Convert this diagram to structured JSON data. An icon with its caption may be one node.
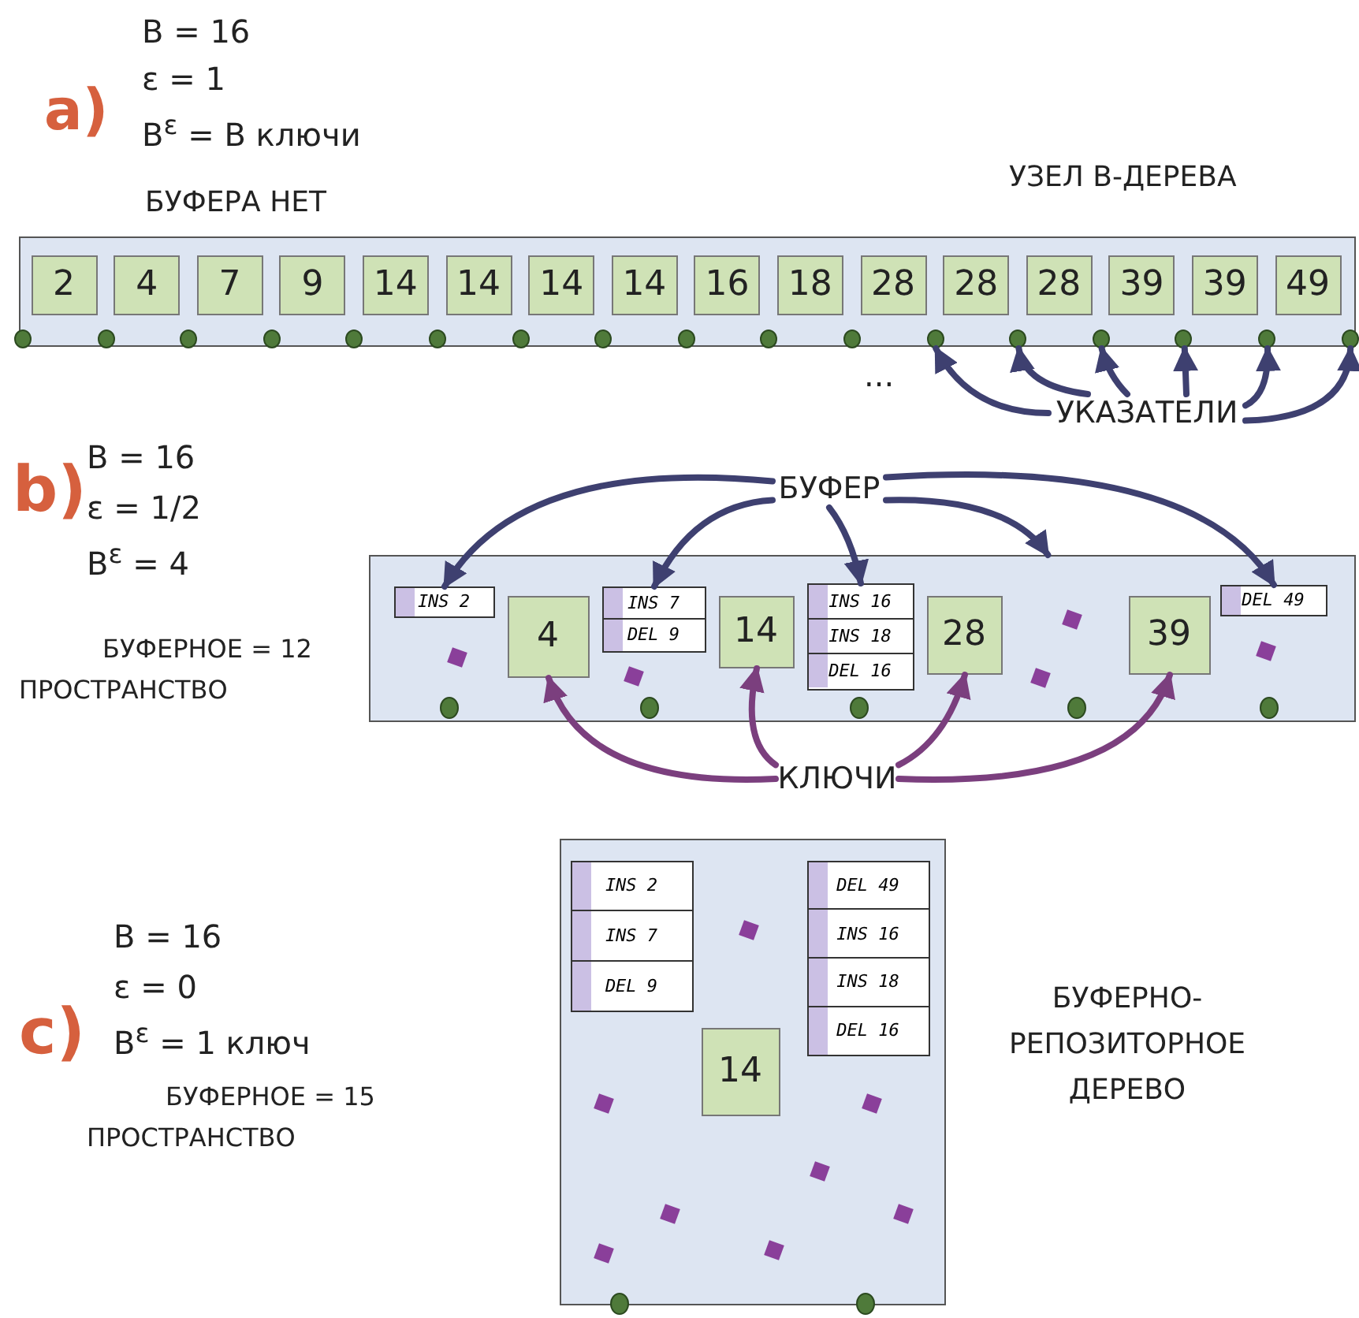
{
  "diagram": {
    "nodes": [
      {
        "text": [],
        "shape": "box"
      },
      {
        "text": [
          "2"
        ],
        "in": 0
      },
      {
        "text": [
          "4"
        ],
        "in": 0
      },
      {
        "text": [
          "7"
        ],
        "in": 0
      },
      {
        "text": [
          "9"
        ],
        "in": 0
      },
      {
        "text": [
          "14"
        ],
        "in": 0
      },
      {
        "text": [
          "14"
        ],
        "in": 0
      },
      {
        "text": [
          "14"
        ],
        "in": 0
      },
      {
        "text": [
          "14"
        ],
        "in": 0
      },
      {
        "text": [
          "16"
        ],
        "in": 0
      },
      {
        "text": [
          "18"
        ],
        "in": 0
      },
      {
        "text": [
          "28"
        ],
        "in": 0
      },
      {
        "text": [
          "28"
        ],
        "in": 0
      },
      {
        "text": [
          "28"
        ],
        "in": 0
      },
      {
        "text": [
          "39"
        ],
        "in": 0
      },
      {
        "text": [
          "39"
        ],
        "in": 0
      },
      {
        "text": [
          "49"
        ],
        "in": 0
      },
      {
        "text": [],
        "shape": "circle",
        "in": 0
      },
      {
        "text": [],
        "shape": "circle",
        "in": 0
      },
      {
        "text": [],
        "shape": "circle",
        "in": 0
      },
      {
        "text": [],
        "shape": "circle",
        "in": 0
      },
      {
        "text": [],
        "shape": "circle",
        "in": 0
      },
      {
        "text": [],
        "shape": "circle",
        "in": 0
      },
      {
        "text": [],
        "shape": "circle",
        "in": 0
      },
      {
        "text": [],
        "shape": "circle",
        "in": 0
      },
      {
        "text": [],
        "shape": "circle",
        "in": 0
      },
      {
        "text": [],
        "shape": "circle",
        "in": 0
      },
      {
        "text": [],
        "shape": "circle",
        "in": 0
      },
      {
        "text": [],
        "shape": "circle",
        "in": 0
      },
      {
        "text": [],
        "shape": "circle",
        "in": 0
      },
      {
        "text": [],
        "shape": "circle",
        "in": 0
      },
      {
        "text": [],
        "shape": "circle",
        "in": 0
      },
      {
        "text": [],
        "shape": "circle",
        "in": 0
      },
      {
        "text": [],
        "shape": "circle",
        "in": 0
      },
      {
        "text": [
          "УКАЗАТЕЛИ"
        ]
      },
      {
        "text": [],
        "shape": "box"
      },
      {
        "text": [
          "INS 2"
        ],
        "in": 35
      },
      {
        "text": [],
        "shape": "circle",
        "in": 35
      },
      {
        "text": [
          "4"
        ],
        "in": 35
      },
      {
        "text": [
          "INS 7",
          "DEL 9"
        ],
        "in": 35
      },
      {
        "text": [],
        "shape": "circle",
        "in": 35
      },
      {
        "text": [
          "14"
        ],
        "in": 35
      },
      {
        "text": [
          "INS 16",
          "INS 18",
          "DEL 16"
        ],
        "in": 35
      },
      {
        "text": [],
        "shape": "circle",
        "in": 35
      },
      {
        "text": [
          "28"
        ],
        "in": 35
      },
      {
        "text": [],
        "shape": "circle",
        "in": 35
      },
      {
        "text": [
          "39"
        ],
        "in": 35
      },
      {
        "text": [
          "DEL 49"
        ],
        "in": 35
      },
      {
        "text": [],
        "shape": "circle",
        "in": 35
      },
      {
        "text": [
          "БУФЕР"
        ]
      },
      {
        "text": [
          "КЛЮЧИ"
        ]
      },
      {
        "text": [],
        "shape": "box"
      },
      {
        "text": [
          "INS 2",
          "INS 7",
          "DEL 9"
        ],
        "in": 51
      },
      {
        "text": [
          "DEL 49",
          "INS 16",
          "INS 18",
          "DEL 16"
        ],
        "in": 51
      },
      {
        "text": [
          "14"
        ],
        "in": 51
      },
      {
        "text": [],
        "shape": "circle",
        "in": 51
      },
      {
        "text": [],
        "shape": "circle",
        "in": 51
      }
    ],
    "edges": [
      {
        "from": 34,
        "to": 28,
        "arrow": "to"
      },
      {
        "from": 34,
        "to": 29,
        "arrow": "to"
      },
      {
        "from": 34,
        "to": 30,
        "arrow": "to"
      },
      {
        "from": 34,
        "to": 31,
        "arrow": "to"
      },
      {
        "from": 34,
        "to": 32,
        "arrow": "to"
      },
      {
        "from": 34,
        "to": 33,
        "arrow": "to"
      },
      {
        "from": 49,
        "to": 36,
        "arrow": "to"
      },
      {
        "from": 49,
        "to": 39,
        "arrow": "to"
      },
      {
        "from": 49,
        "to": 42,
        "arrow": "to"
      },
      {
        "from": 49,
        "to": 35,
        "arrow": "to"
      },
      {
        "from": 49,
        "to": 47,
        "arrow": "to"
      },
      {
        "from": 50,
        "to": 38,
        "arrow": "to",
        "color": "#7b3f7e"
      },
      {
        "from": 50,
        "to": 41,
        "arrow": "to",
        "color": "#7b3f7e"
      },
      {
        "from": 50,
        "to": 44,
        "arrow": "to",
        "color": "#7b3f7e"
      },
      {
        "from": 50,
        "to": 46,
        "arrow": "to",
        "color": "#7b3f7e"
      }
    ],
    "labels": [
      "a)",
      "B = 16",
      "ε = 1",
      "B$^{ε}$ = B ключи",
      "БУФЕРА НЕТ",
      "УЗЕЛ В-ДЕРЕВА",
      "...",
      "b)",
      "B = 16",
      "ε = 1/2",
      "B$^{ε}$ = 4",
      "БУФЕРНОЕ = 12",
      "ПРОСТРАНСТВО",
      "c)",
      "B = 16",
      "ε = 0",
      "B$^{ε}$ = 1 ключ",
      "БУФЕРНОЕ = 15",
      "ПРОСТРАНСТВО",
      "БУФЕРНО-РЕПОЗИТОРНОЕ ДЕРЕВО"
    ]
  }
}
